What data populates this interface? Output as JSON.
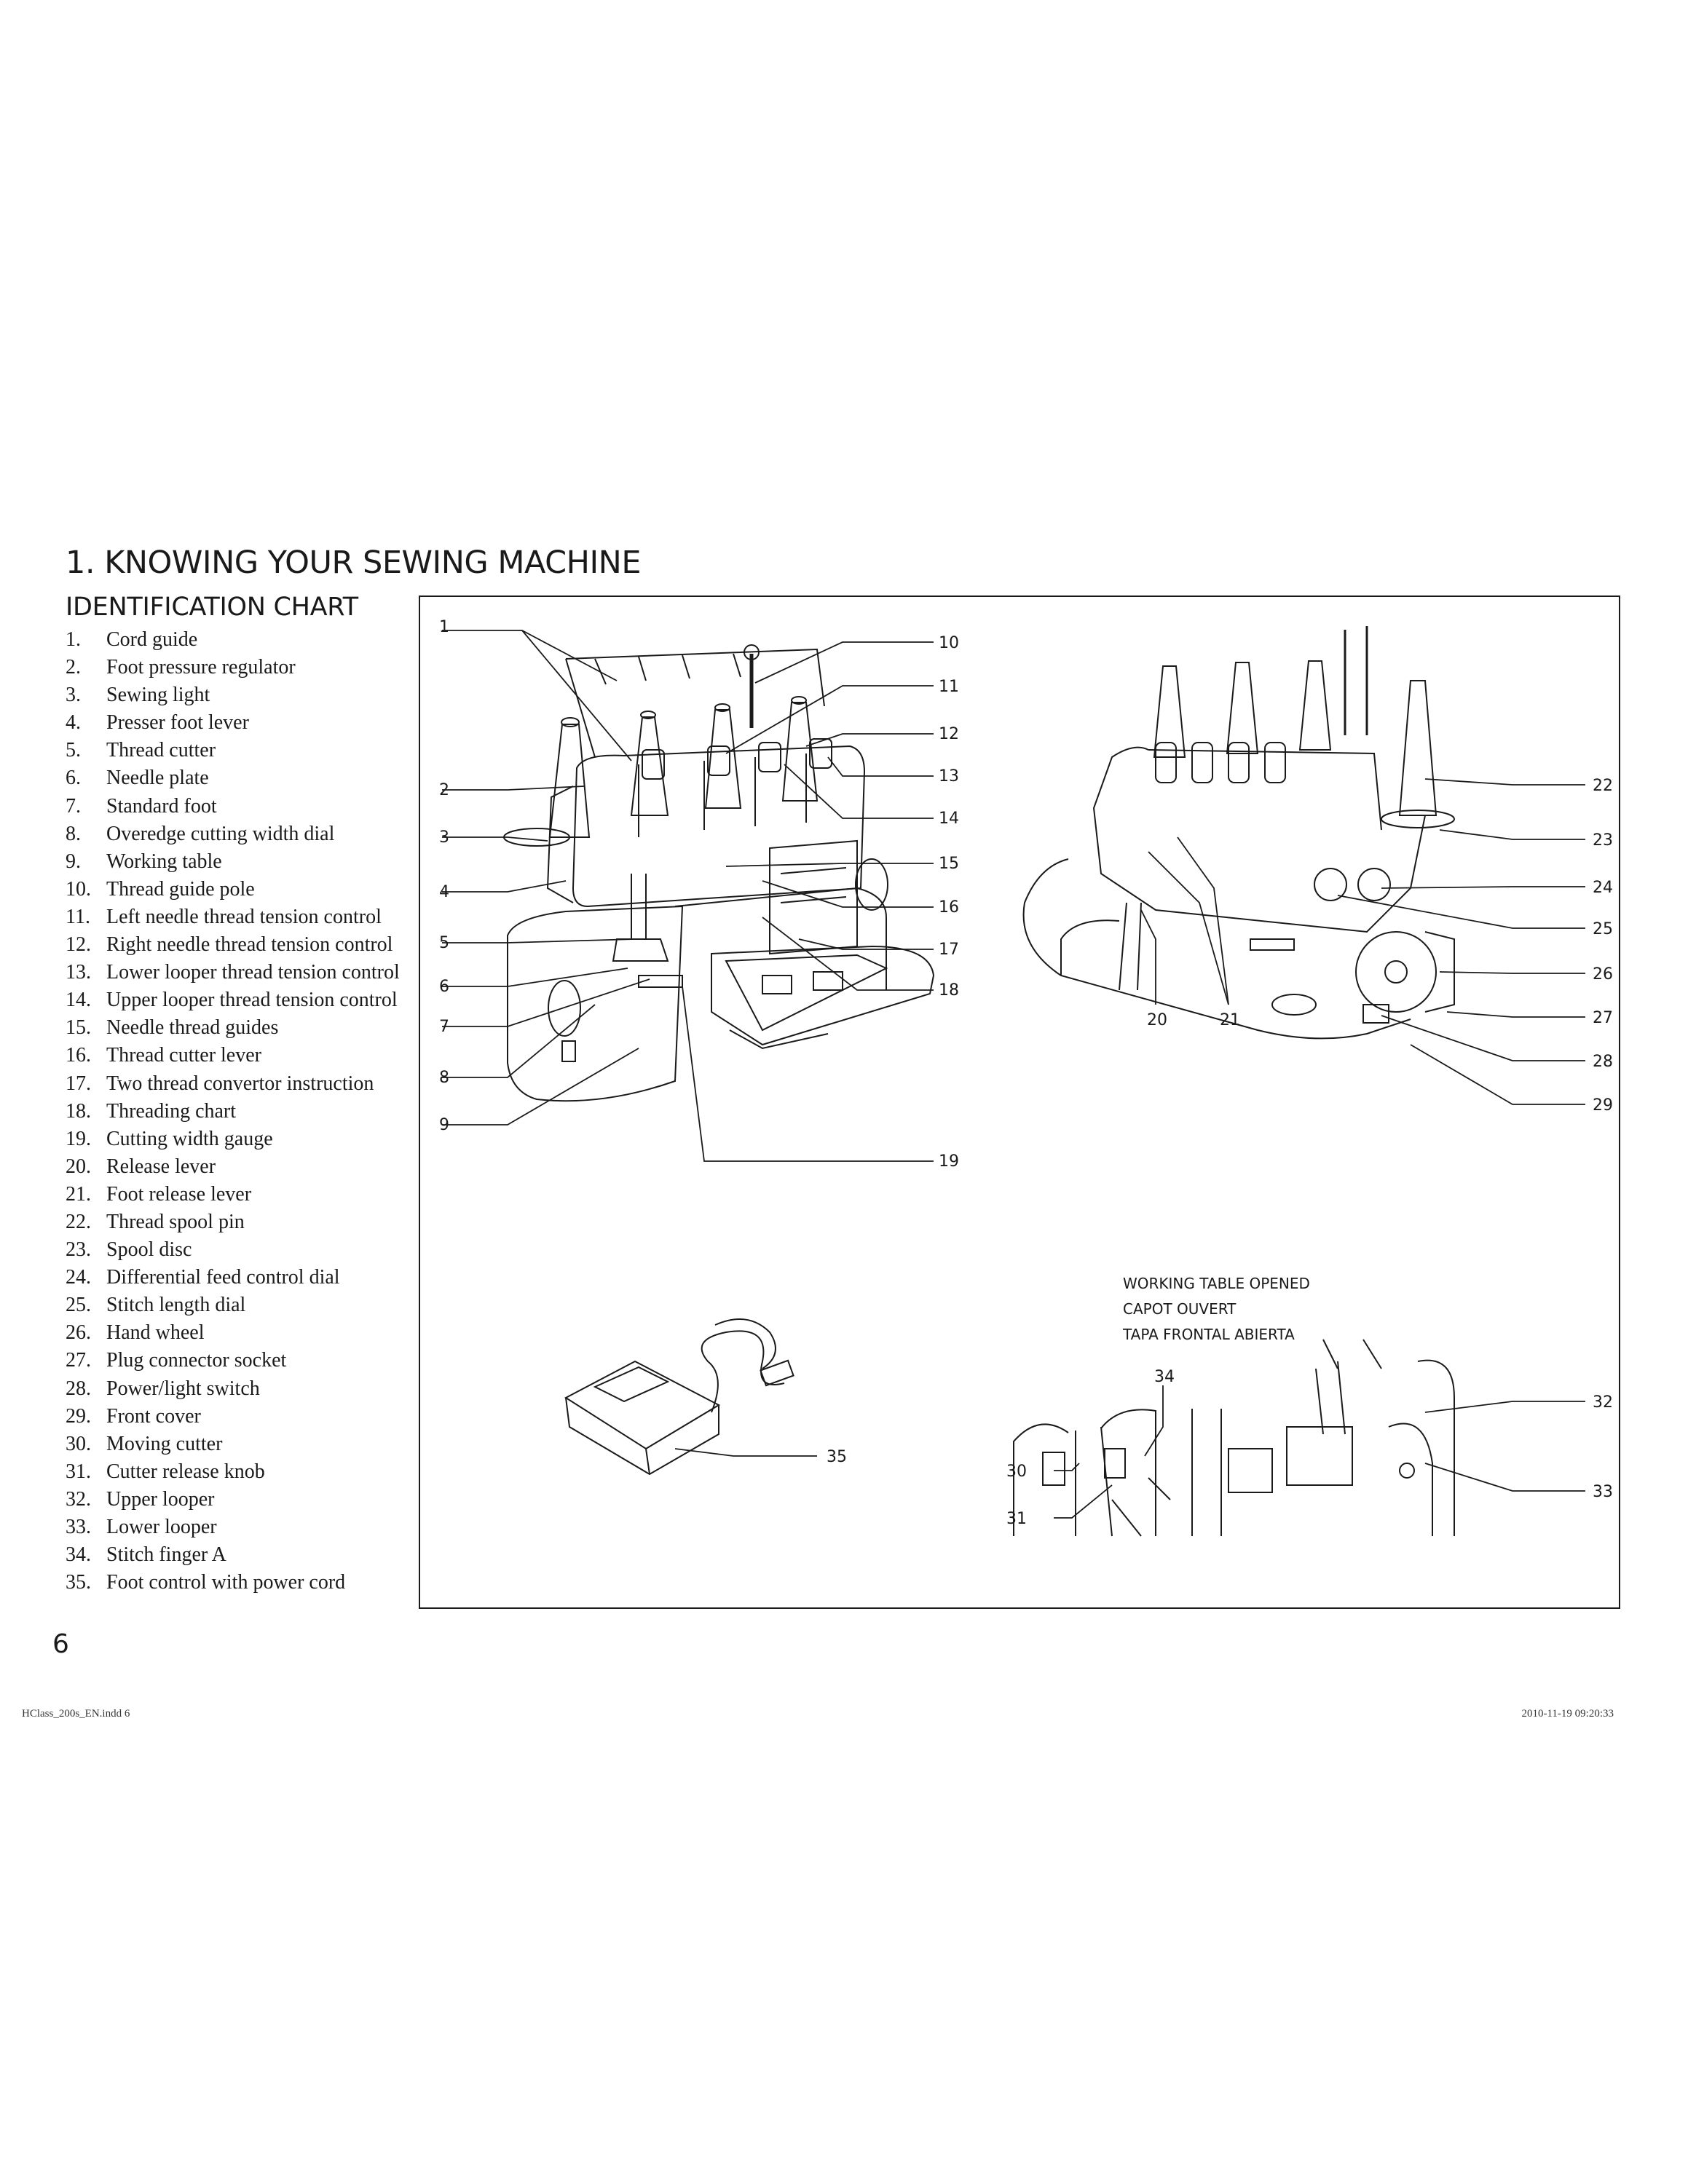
{
  "title": "1. KNOWING YOUR SEWING MACHINE",
  "subtitle": "IDENTIFICATION CHART",
  "parts": [
    {
      "num": "1.",
      "label": "Cord guide"
    },
    {
      "num": "2.",
      "label": "Foot pressure regulator"
    },
    {
      "num": "3.",
      "label": "Sewing light"
    },
    {
      "num": "4.",
      "label": "Presser foot lever"
    },
    {
      "num": "5.",
      "label": "Thread cutter"
    },
    {
      "num": "6.",
      "label": "Needle plate"
    },
    {
      "num": "7.",
      "label": "Standard foot"
    },
    {
      "num": "8.",
      "label": "Overedge cutting width dial"
    },
    {
      "num": "9.",
      "label": "Working table"
    },
    {
      "num": "10.",
      "label": "Thread guide pole"
    },
    {
      "num": "11.",
      "label": "Left needle thread tension control"
    },
    {
      "num": "12.",
      "label": "Right needle thread tension control"
    },
    {
      "num": "13.",
      "label": "Lower looper thread tension control"
    },
    {
      "num": "14.",
      "label": "Upper looper thread tension control"
    },
    {
      "num": "15.",
      "label": "Needle thread guides"
    },
    {
      "num": "16.",
      "label": "Thread cutter lever"
    },
    {
      "num": "17.",
      "label": "Two thread convertor instruction"
    },
    {
      "num": "18.",
      "label": "Threading chart"
    },
    {
      "num": "19.",
      "label": "Cutting width gauge"
    },
    {
      "num": "20.",
      "label": "Release lever"
    },
    {
      "num": "21.",
      "label": "Foot release lever"
    },
    {
      "num": "22.",
      "label": "Thread spool pin"
    },
    {
      "num": "23.",
      "label": "Spool disc"
    },
    {
      "num": "24.",
      "label": "Differential feed control dial"
    },
    {
      "num": "25.",
      "label": "Stitch length dial"
    },
    {
      "num": "26.",
      "label": "Hand wheel"
    },
    {
      "num": "27.",
      "label": "Plug connector socket"
    },
    {
      "num": "28.",
      "label": "Power/light switch"
    },
    {
      "num": "29.",
      "label": "Front cover"
    },
    {
      "num": "30.",
      "label": "Moving cutter"
    },
    {
      "num": "31.",
      "label": "Cutter release knob"
    },
    {
      "num": "32.",
      "label": "Upper looper"
    },
    {
      "num": "33.",
      "label": "Lower looper"
    },
    {
      "num": "34.",
      "label": "Stitch finger A"
    },
    {
      "num": "35.",
      "label": "Foot control with power cord"
    }
  ],
  "figure": {
    "callouts": [
      "1",
      "2",
      "3",
      "4",
      "5",
      "6",
      "7",
      "8",
      "9",
      "10",
      "11",
      "12",
      "13",
      "14",
      "15",
      "16",
      "17",
      "18",
      "19",
      "20",
      "21",
      "22",
      "23",
      "24",
      "25",
      "26",
      "27",
      "28",
      "29",
      "30",
      "31",
      "32",
      "33",
      "34",
      "35"
    ],
    "caption_lines": [
      "WORKING TABLE OPENED",
      "CAPOT OUVERT",
      "TAPA FRONTAL ABIERTA"
    ]
  },
  "page_number": "6",
  "footer": {
    "left": "HClass_200s_EN.indd   6",
    "right": "2010-11-19   09:20:33"
  }
}
